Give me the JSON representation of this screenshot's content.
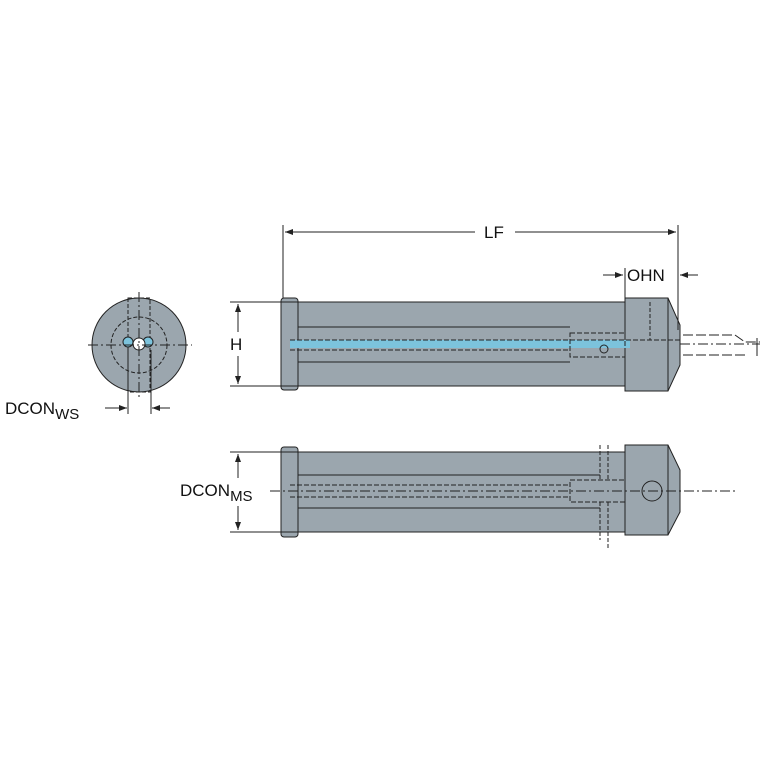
{
  "labels": {
    "lf": "LF",
    "ohn": "OHN",
    "h": "H",
    "dcon_ws_main": "DCON",
    "dcon_ws_sub": "WS",
    "dcon_ms_main": "DCON",
    "dcon_ms_sub": "MS"
  },
  "colors": {
    "body": "#9ba6ae",
    "coolant": "#7cc3dc",
    "line": "#222222"
  }
}
